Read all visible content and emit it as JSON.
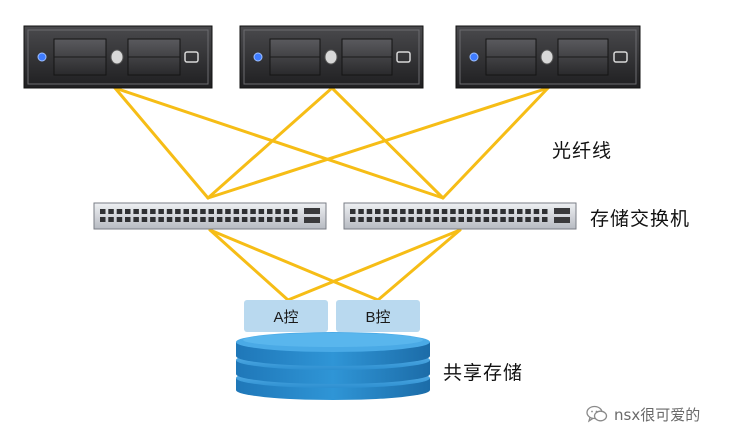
{
  "labels": {
    "fiber": "光纤线",
    "switch": "存储交换机",
    "storage": "共享存储"
  },
  "controllers": {
    "a": "A控",
    "b": "B控"
  },
  "watermark": {
    "text": "nsx很可爱的",
    "icon": "wechat-icon"
  },
  "colors": {
    "fiber": "#f6bd16",
    "server_body": "#2e2e30",
    "switch_body": "#d4d6da",
    "storage_blue": "#2d8fd0",
    "controller_fill": "#b9d9ef"
  }
}
